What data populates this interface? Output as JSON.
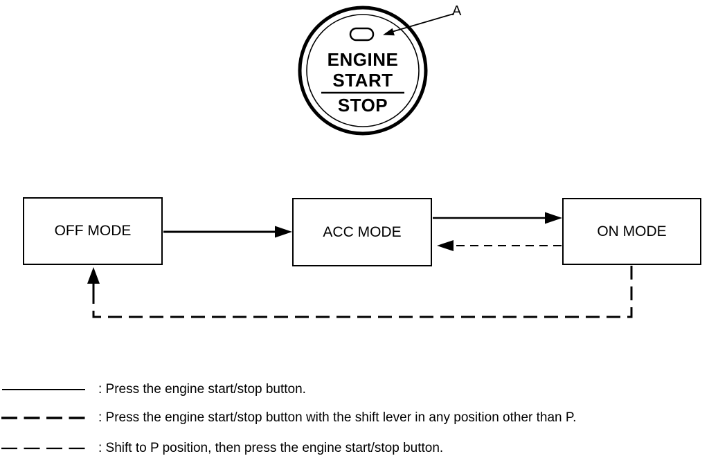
{
  "figure": {
    "button": {
      "callout_label": "A",
      "line1": "ENGINE",
      "line2": "START",
      "line3": "STOP"
    },
    "modes": [
      {
        "id": "off",
        "label": "OFF MODE"
      },
      {
        "id": "acc",
        "label": "ACC MODE"
      },
      {
        "id": "on",
        "label": "ON MODE"
      }
    ],
    "transitions": [
      {
        "from": "off",
        "to": "acc",
        "style": "solid"
      },
      {
        "from": "acc",
        "to": "on",
        "style": "solid"
      },
      {
        "from": "on",
        "to": "acc",
        "style": "dashed-thin"
      },
      {
        "from": "on",
        "to": "off",
        "style": "dashed-thick"
      }
    ],
    "legend": [
      {
        "style": "solid",
        "text": ": Press the engine start/stop button."
      },
      {
        "style": "dashed-thick",
        "text": ": Press the engine start/stop button with the shift lever in any position other than P."
      },
      {
        "style": "dashed-thin",
        "text": ": Shift to P position, then press the engine start/stop button."
      }
    ],
    "colors": {
      "line": "#000000",
      "background": "#ffffff"
    }
  }
}
